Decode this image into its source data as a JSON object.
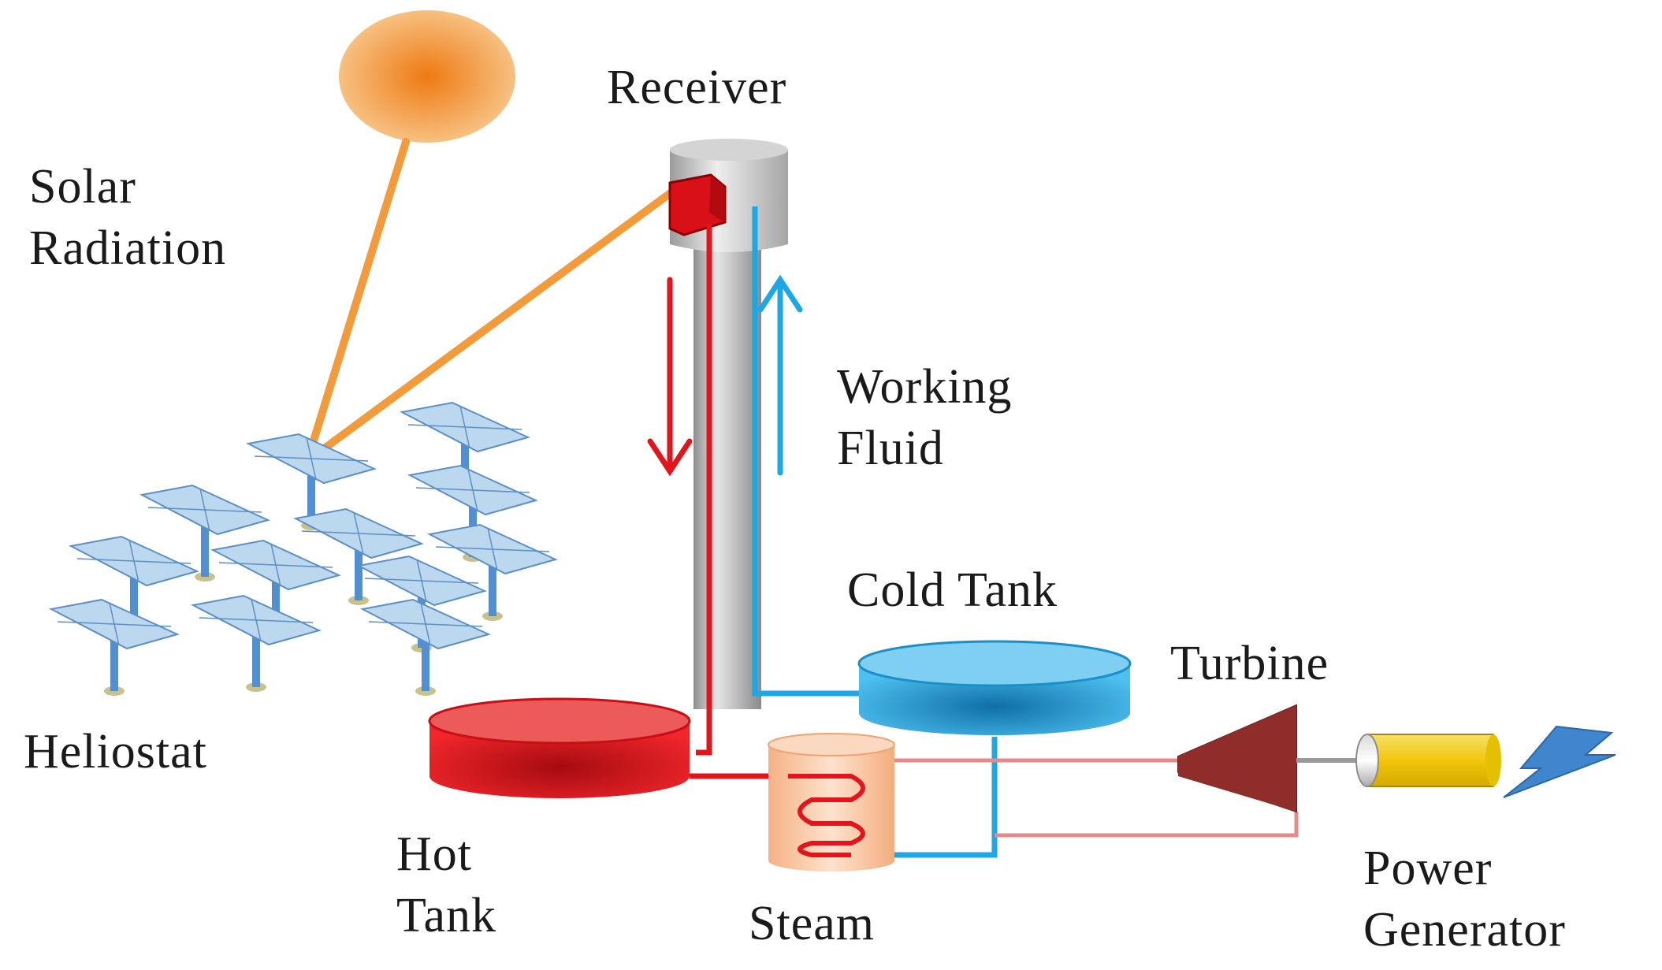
{
  "labels": {
    "solar_radiation": [
      "Solar",
      "Radiation"
    ],
    "receiver": "Receiver",
    "working_fluid": [
      "Working",
      "Fluid"
    ],
    "heliostat": "Heliostat",
    "cold_tank": "Cold Tank",
    "turbine": "Turbine",
    "hot_tank": [
      "Hot",
      "Tank"
    ],
    "steam": "Steam",
    "power_generator": [
      "Power",
      "Generator"
    ]
  },
  "colors": {
    "sun": "#f0922a",
    "sun_ray": "#f39a3a",
    "hot_fluid": "#e3141b",
    "cold_fluid": "#1ea7e6",
    "tower": "#b9b9b9",
    "hot_tank": "#e0161c",
    "cold_tank": "#2aa6de",
    "steam_vessel": "#f9c8a3",
    "turbine": "#8e2d2a",
    "generator": "#f4cf1b",
    "lightning": "#3f86cf",
    "heliostat_panel": "#bcd8ee",
    "heliostat_post": "#4f8fd2",
    "steam_line": "#e58a8a"
  },
  "icons": {
    "sun": "sun-icon",
    "lightning": "lightning-bolt-icon"
  },
  "heliostat_count": 12
}
